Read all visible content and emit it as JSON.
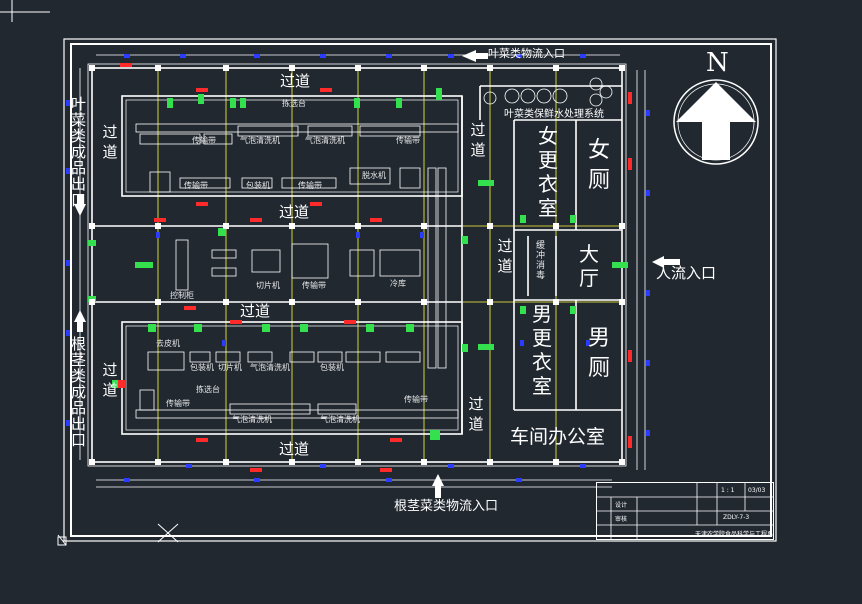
{
  "labels": {
    "corridor": "过道",
    "female_locker": "女更衣室",
    "female_toilet": "女厕",
    "male_locker": "男更衣室",
    "male_toilet": "男厕",
    "lobby": "大厅",
    "office": "车间办公室",
    "people_entrance": "人流入口",
    "root_veg_entrance": "根茎菜类物流入口",
    "leafy_veg_entrance": "叶菜类物流入口",
    "leafy_water_system": "叶菜类保鲜水处理系统",
    "leafy_product_exit": "叶菜类成品出口",
    "root_product_exit": "根茎类成品出口",
    "north": "N",
    "disinfect": "缓冲消毒",
    "cold_storage": "冷库"
  },
  "equipment": {
    "conveyor": "传输带",
    "sorting_table": "拣选台",
    "washer": "气泡清洗机",
    "dryer": "脱水机",
    "slicer": "切片机",
    "peeler": "去皮机",
    "packer": "包装机",
    "control": "控制柜"
  },
  "title_block": {
    "scale": "1 : 1",
    "sheet": "03/03",
    "drawing_no": "ZDLY-7-3",
    "designer": "设计",
    "checker": "审核",
    "org": "天津农学院食品科学与工程系"
  },
  "colors": {
    "background": "#212830",
    "walls": "#ffffff",
    "grid": "#ffff3c",
    "doors": "#35e04f",
    "columns": "#2a3cff",
    "tags": "#ff2a2a"
  }
}
